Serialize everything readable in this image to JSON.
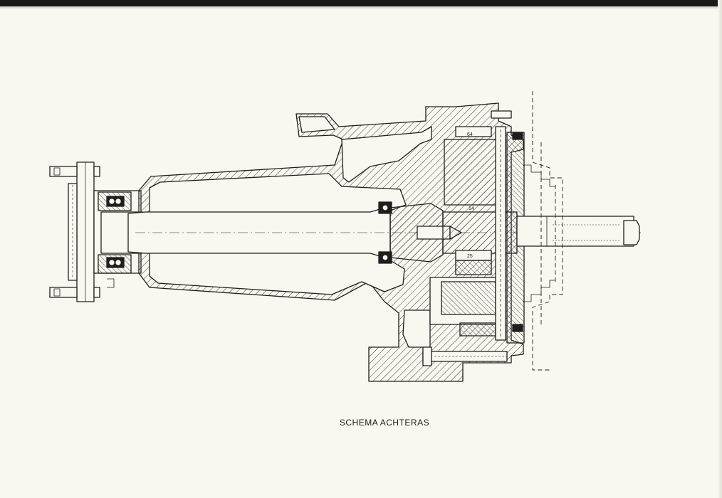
{
  "drawing": {
    "caption": "SCHEMA ACHTERAS",
    "dimensions": [
      "64",
      "14",
      "25"
    ]
  },
  "colors": {
    "paper": "#f8f7f0",
    "ink": "#1e1e1e",
    "border": "#1a1a1a"
  }
}
